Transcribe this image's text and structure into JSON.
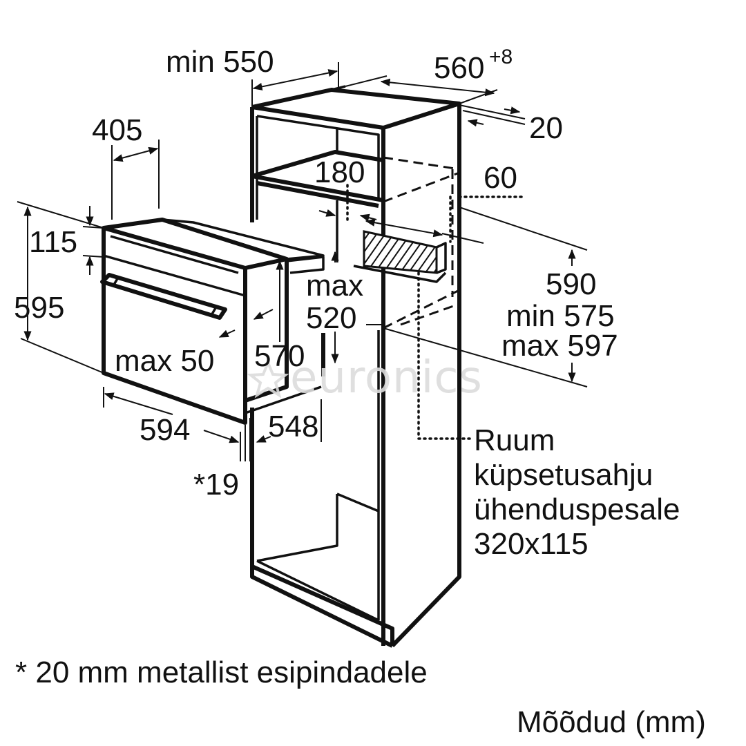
{
  "diagram": {
    "labels": {
      "min550": "min 550",
      "w560": "560",
      "w560_sup": "+8",
      "d20": "20",
      "d405": "405",
      "d180": "180",
      "d60": "60",
      "d115": "115",
      "h595": "595",
      "max520_a": "max",
      "max520_b": "520",
      "h590": "590",
      "min575": "min 575",
      "max597": "max 597",
      "max50": "max 50",
      "d570": "570",
      "w594": "594",
      "w548": "548",
      "star19": "*19",
      "ruum1": "Ruum",
      "ruum2": "küpsetusahju",
      "ruum3": "ühenduspesale",
      "ruum4": "320x115",
      "footnote": "* 20 mm metallist esipindadele",
      "units": "Mõõdud (mm)"
    },
    "watermark": "euronics",
    "watermark_icon": "star-icon"
  }
}
